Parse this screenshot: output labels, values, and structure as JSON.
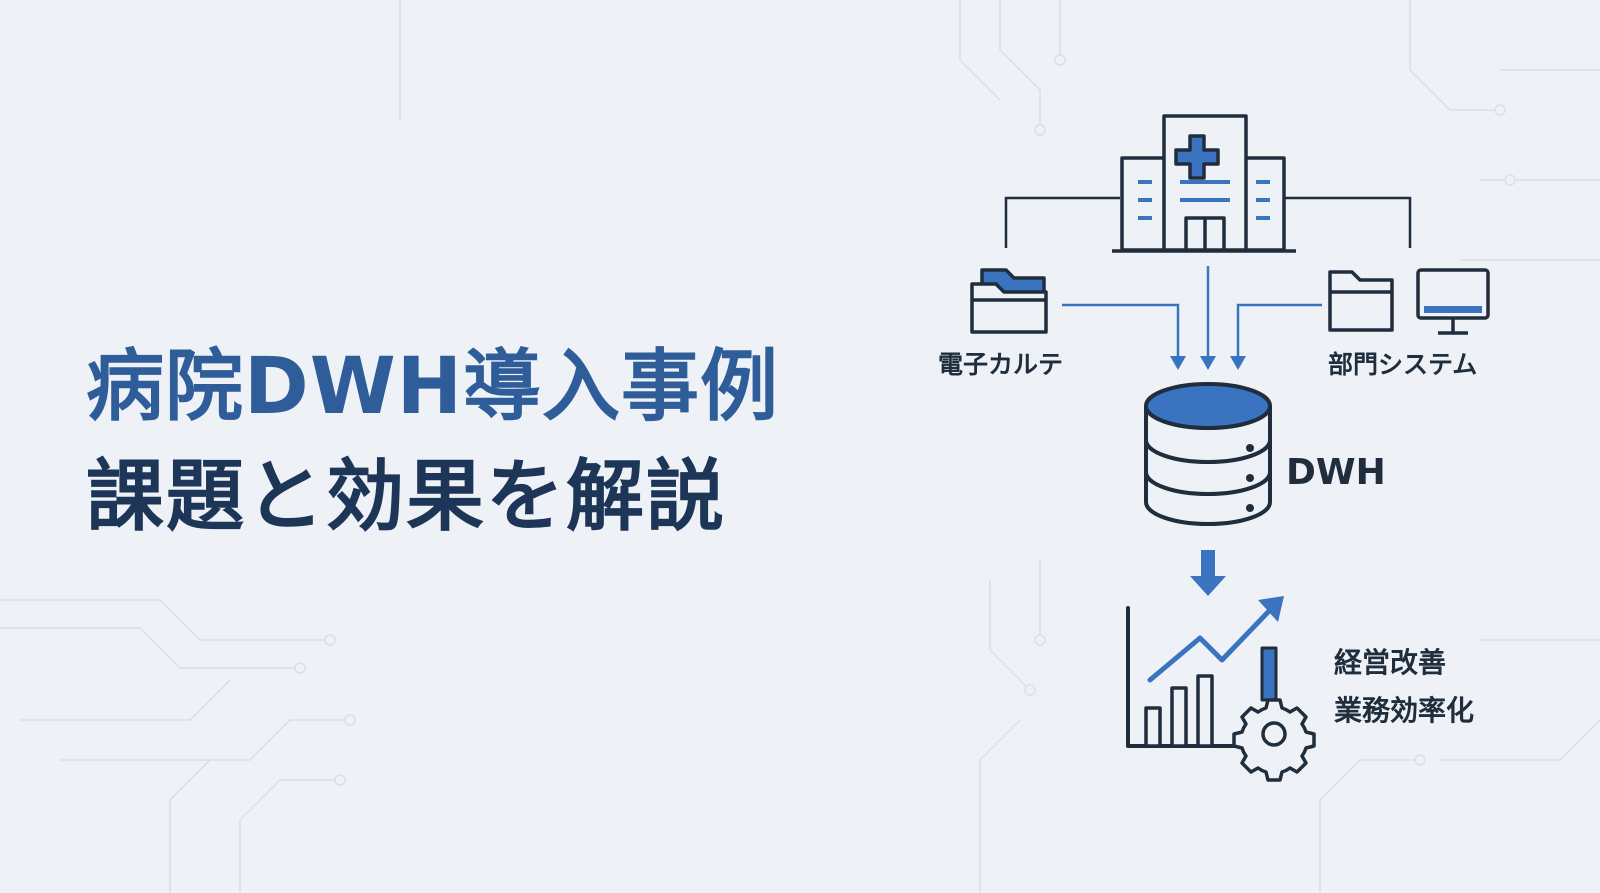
{
  "title": {
    "line1": "病院DWH導入事例",
    "line2": "課題と効果を解説"
  },
  "diagram": {
    "sources": [
      {
        "label": "電子カルテ",
        "icon": "folder-icon"
      },
      {
        "label": "部門システム",
        "icon": "folder-monitor-icon"
      }
    ],
    "hub_icon": "hospital-icon",
    "warehouse": {
      "label": "DWH",
      "icon": "database-icon"
    },
    "outcome": {
      "icon": "chart-gear-icon",
      "lines": [
        "経営改善",
        "業務効率化"
      ]
    }
  },
  "colors": {
    "accent": "#3a73c0",
    "line": "#1f2d3d",
    "background": "#eef2f7",
    "title_blue": "#2f5d9a",
    "title_navy": "#1d3557"
  }
}
